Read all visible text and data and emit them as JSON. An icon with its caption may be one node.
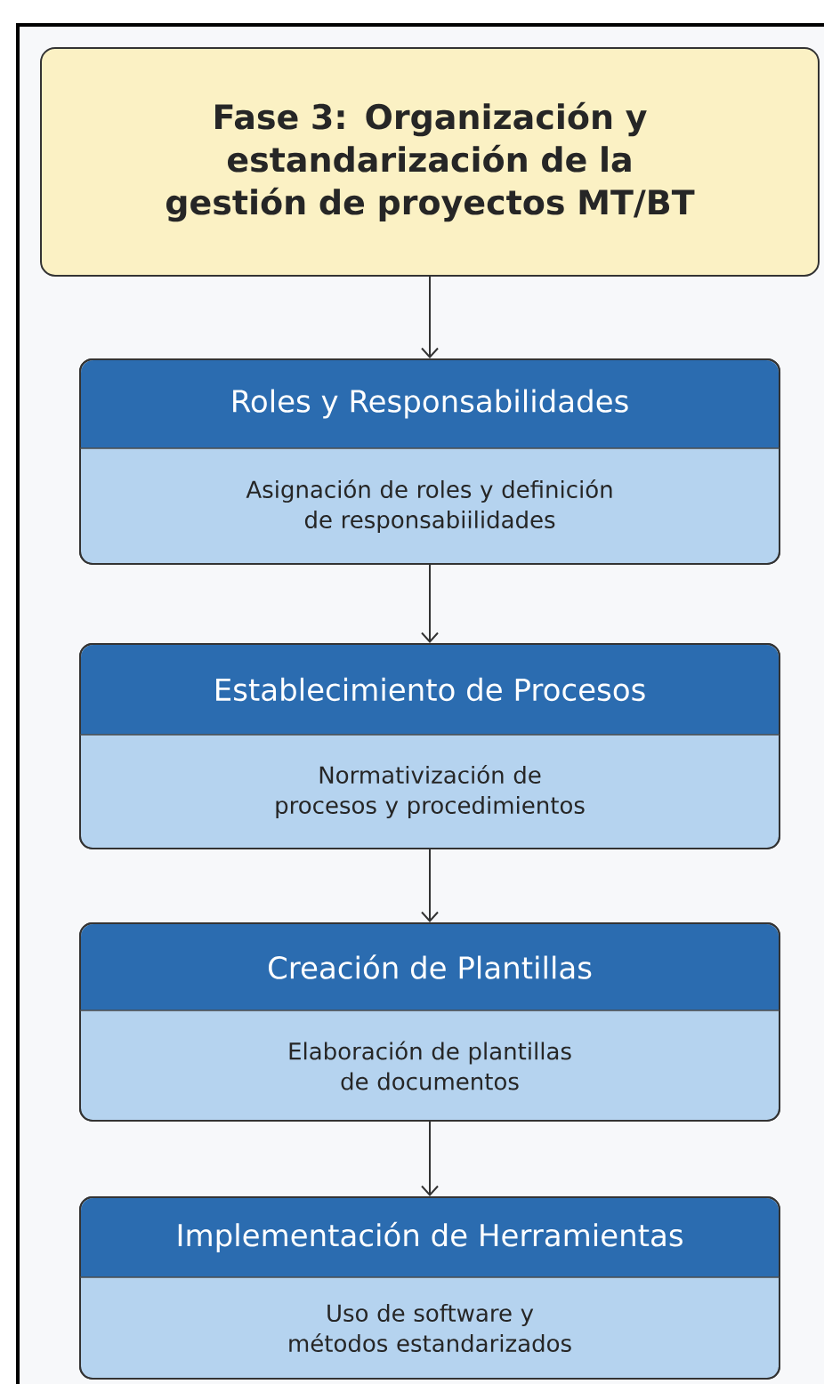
{
  "diagram": {
    "nodes": [
      {
        "text": [
          "Fase 3: Organización y estandarización de la gestión de proyectos MT/BT"
        ]
      },
      {
        "text": [
          "Roles y Responsabilidades",
          "Asignación de roles y definición de responsabiilidades"
        ]
      },
      {
        "text": [
          "Establecimiento de Procesos",
          "Normativización de procesos y procedimientos"
        ]
      },
      {
        "text": [
          "Creación de Plantillas",
          "Elaboración de plantillas de documentos"
        ]
      },
      {
        "text": [
          "Implementación de Herramientas",
          "Uso de software y métodos estandarizados"
        ]
      }
    ],
    "edges": [
      {
        "from": 0,
        "to": 1,
        "arrow": "to"
      },
      {
        "from": 1,
        "to": 2,
        "arrow": "to"
      },
      {
        "from": 2,
        "to": 3,
        "arrow": "to"
      },
      {
        "from": 3,
        "to": 4,
        "arrow": "to"
      }
    ]
  }
}
